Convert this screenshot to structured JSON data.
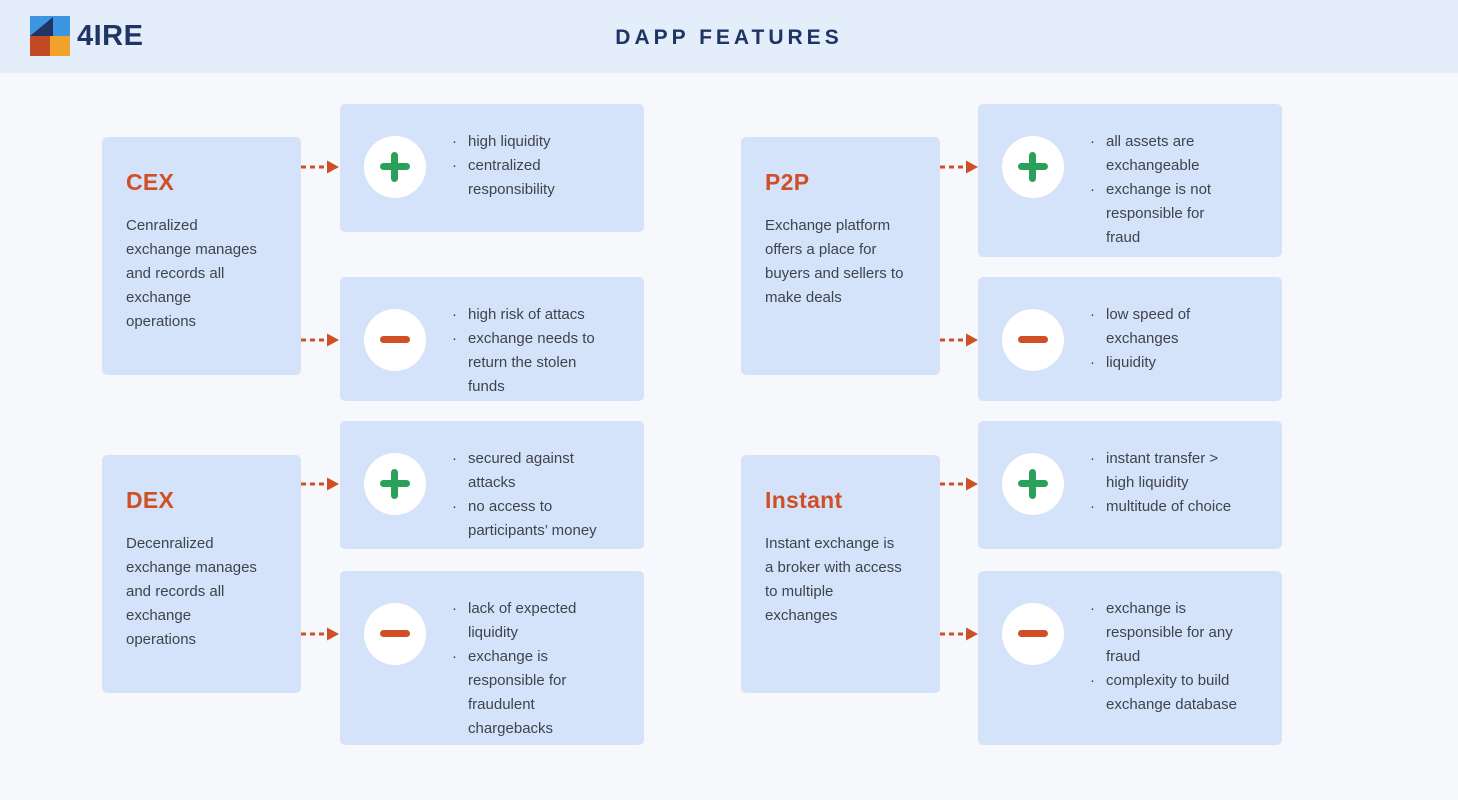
{
  "ui": {
    "bullet": "·"
  },
  "colors": {
    "header_bg": "#E4EEFB",
    "page_bg": "#F7F8FC",
    "card_bg": "#D5E3FA",
    "navy": "#1E3564",
    "orange_accent": "#CF4F26",
    "green_accent": "#2BA05A",
    "body_text": "#3F434C",
    "circle_bg": "#FFFFFF",
    "logo_blue": "#3D96E2",
    "logo_navy": "#1F3564",
    "logo_dark_orange": "#C14A24",
    "logo_amber": "#F0A32A"
  },
  "header": {
    "logo_text": "4IRE",
    "title": "DAPP FEATURES"
  },
  "groups": [
    {
      "id": "cex",
      "title": "CEX",
      "description": "Cenralized exchange manages and records all exchange operations",
      "pros": [
        "high liquidity",
        "centralized responsibility"
      ],
      "cons": [
        "high risk of attacs",
        "exchange needs to return the stolen funds"
      ]
    },
    {
      "id": "dex",
      "title": "DEX",
      "description": "Decenralized exchange manages and records all exchange operations",
      "pros": [
        "secured against attacks",
        "no access to participants’ money"
      ],
      "cons": [
        "lack of expected liquidity",
        "exchange is responsible for fraudulent chargebacks"
      ]
    },
    {
      "id": "p2p",
      "title": "P2P",
      "description": "Exchange platform offers a place for buyers and sellers to make deals",
      "pros": [
        "all assets are exchangeable",
        "exchange is not responsible for fraud"
      ],
      "cons": [
        "low speed of exchanges",
        "liquidity"
      ]
    },
    {
      "id": "instant",
      "title": "Instant",
      "description": "Instant exchange is a broker with access to multiple exchanges",
      "pros": [
        "instant transfer > high liquidity",
        "multitude of choice"
      ],
      "cons": [
        "exchange is responsible for any fraud",
        "complexity to build exchange database"
      ]
    }
  ]
}
